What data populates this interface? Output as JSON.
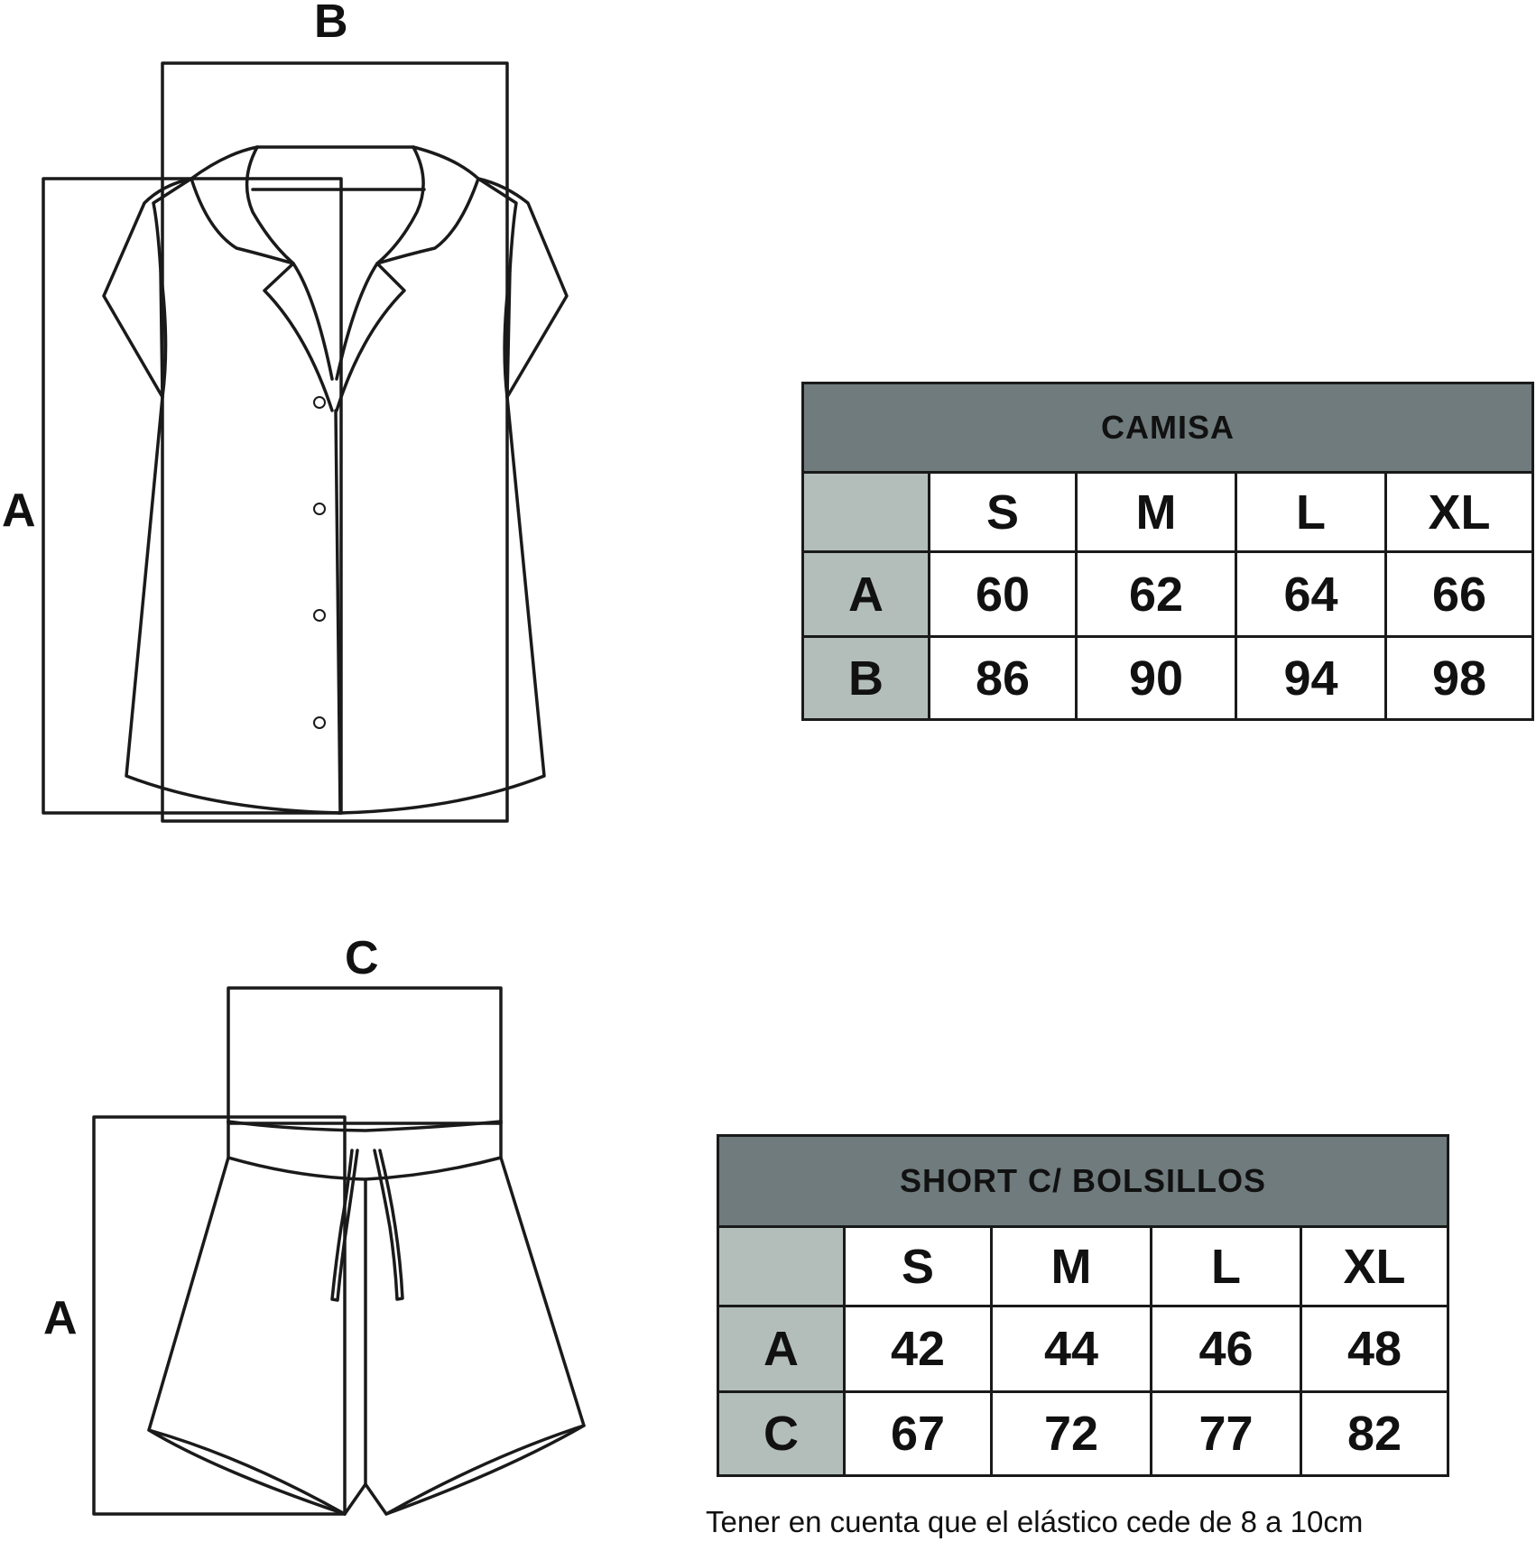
{
  "shirt": {
    "dim_top": "B",
    "dim_side": "A"
  },
  "shorts": {
    "dim_top": "C",
    "dim_side": "A"
  },
  "table_camisa": {
    "title": "CAMISA",
    "sizes": [
      "S",
      "M",
      "L",
      "XL"
    ],
    "rows": [
      {
        "label": "A",
        "values": [
          "60",
          "62",
          "64",
          "66"
        ]
      },
      {
        "label": "B",
        "values": [
          "86",
          "90",
          "94",
          "98"
        ]
      }
    ]
  },
  "table_short": {
    "title": "SHORT C/ BOLSILLOS",
    "sizes": [
      "S",
      "M",
      "L",
      "XL"
    ],
    "rows": [
      {
        "label": "A",
        "values": [
          "42",
          "44",
          "46",
          "48"
        ]
      },
      {
        "label": "C",
        "values": [
          "67",
          "72",
          "77",
          "82"
        ]
      }
    ]
  },
  "note": "Tener en cuenta que el elástico cede de 8 a 10cm",
  "colors": {
    "header_bg": "#6f7b7c",
    "row_head_bg": "#b3bebb",
    "line": "#1a1a1a"
  }
}
